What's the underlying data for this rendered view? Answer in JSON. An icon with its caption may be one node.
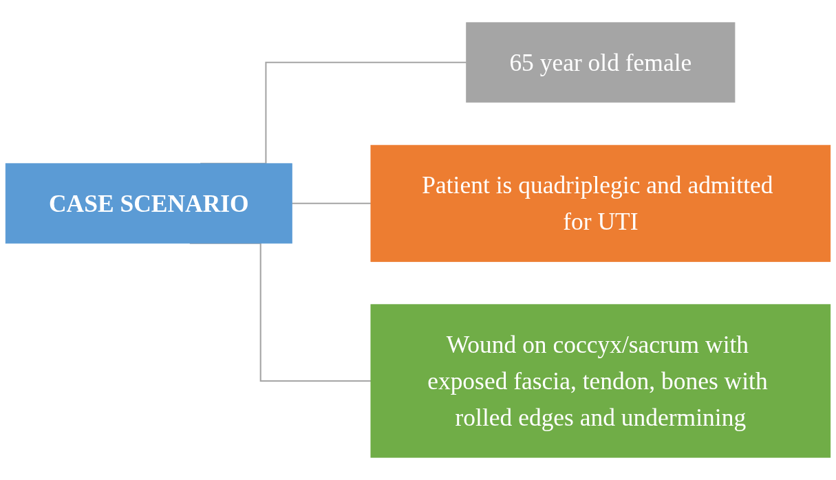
{
  "diagram": {
    "nodes": [
      {
        "text": [
          "CASE SCENARIO"
        ]
      },
      {
        "text": [
          "65 year old female"
        ]
      },
      {
        "text": [
          "Patient is quadriplegic and admitted for UTI"
        ]
      },
      {
        "text": [
          "Wound on coccyx/sacrum with exposed fascia, tendon, bones with rolled edges and undermining"
        ]
      }
    ],
    "edges": [
      {
        "from": 0,
        "to": 1,
        "arrow": "none"
      },
      {
        "from": 0,
        "to": 2,
        "arrow": "none"
      },
      {
        "from": 0,
        "to": 3,
        "arrow": "none"
      }
    ]
  }
}
